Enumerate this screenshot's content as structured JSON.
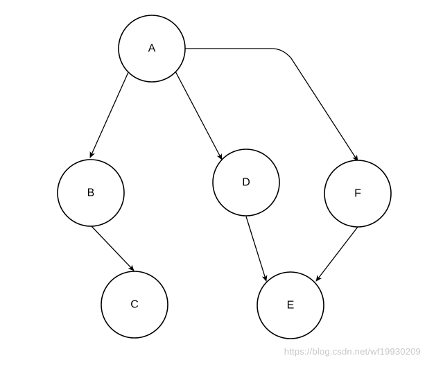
{
  "nodes": [
    {
      "id": "A",
      "label": "A"
    },
    {
      "id": "B",
      "label": "B"
    },
    {
      "id": "C",
      "label": "C"
    },
    {
      "id": "D",
      "label": "D"
    },
    {
      "id": "E",
      "label": "E"
    },
    {
      "id": "F",
      "label": "F"
    }
  ],
  "edges": [
    {
      "from": "A",
      "to": "B"
    },
    {
      "from": "A",
      "to": "D"
    },
    {
      "from": "A",
      "to": "F"
    },
    {
      "from": "B",
      "to": "C"
    },
    {
      "from": "D",
      "to": "E"
    },
    {
      "from": "F",
      "to": "E"
    }
  ],
  "watermark": "https://blog.csdn.net/wf19930209",
  "colors": {
    "stroke": "#000000",
    "fill": "#ffffff",
    "watermark": "#c8c8c8"
  }
}
